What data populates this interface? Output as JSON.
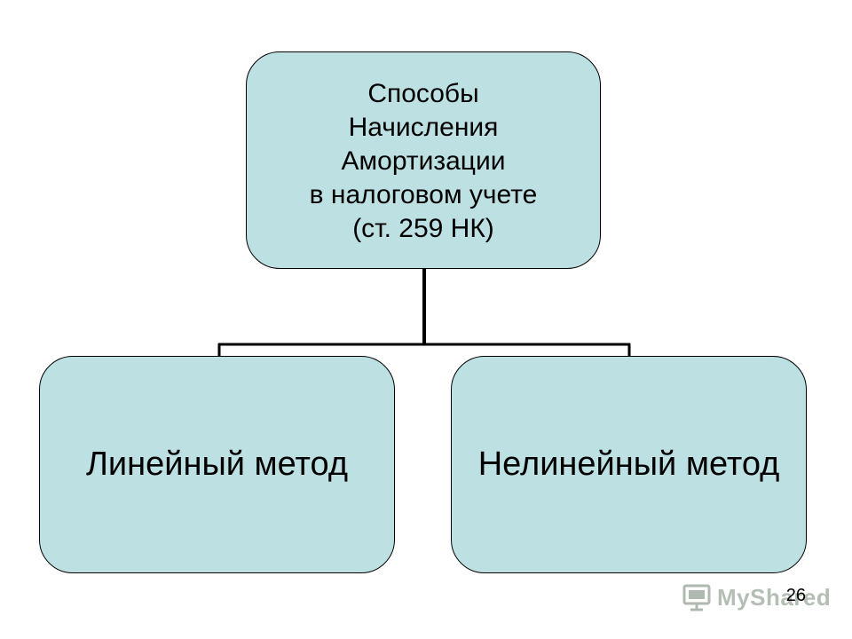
{
  "diagram": {
    "root": {
      "lines": [
        "Способы",
        "Начисления",
        "Амортизации",
        "в налоговом учете",
        "(ст. 259 НК)"
      ]
    },
    "children": [
      {
        "label": "Линейный метод"
      },
      {
        "label": "Нелинейный метод"
      }
    ]
  },
  "slide": {
    "page_number": "26"
  },
  "watermark": {
    "text": "MyShared",
    "icon": "slideshow-logo-icon"
  },
  "colors": {
    "node_fill": "#bde0e3",
    "node_border": "#000000",
    "connector": "#000000"
  }
}
